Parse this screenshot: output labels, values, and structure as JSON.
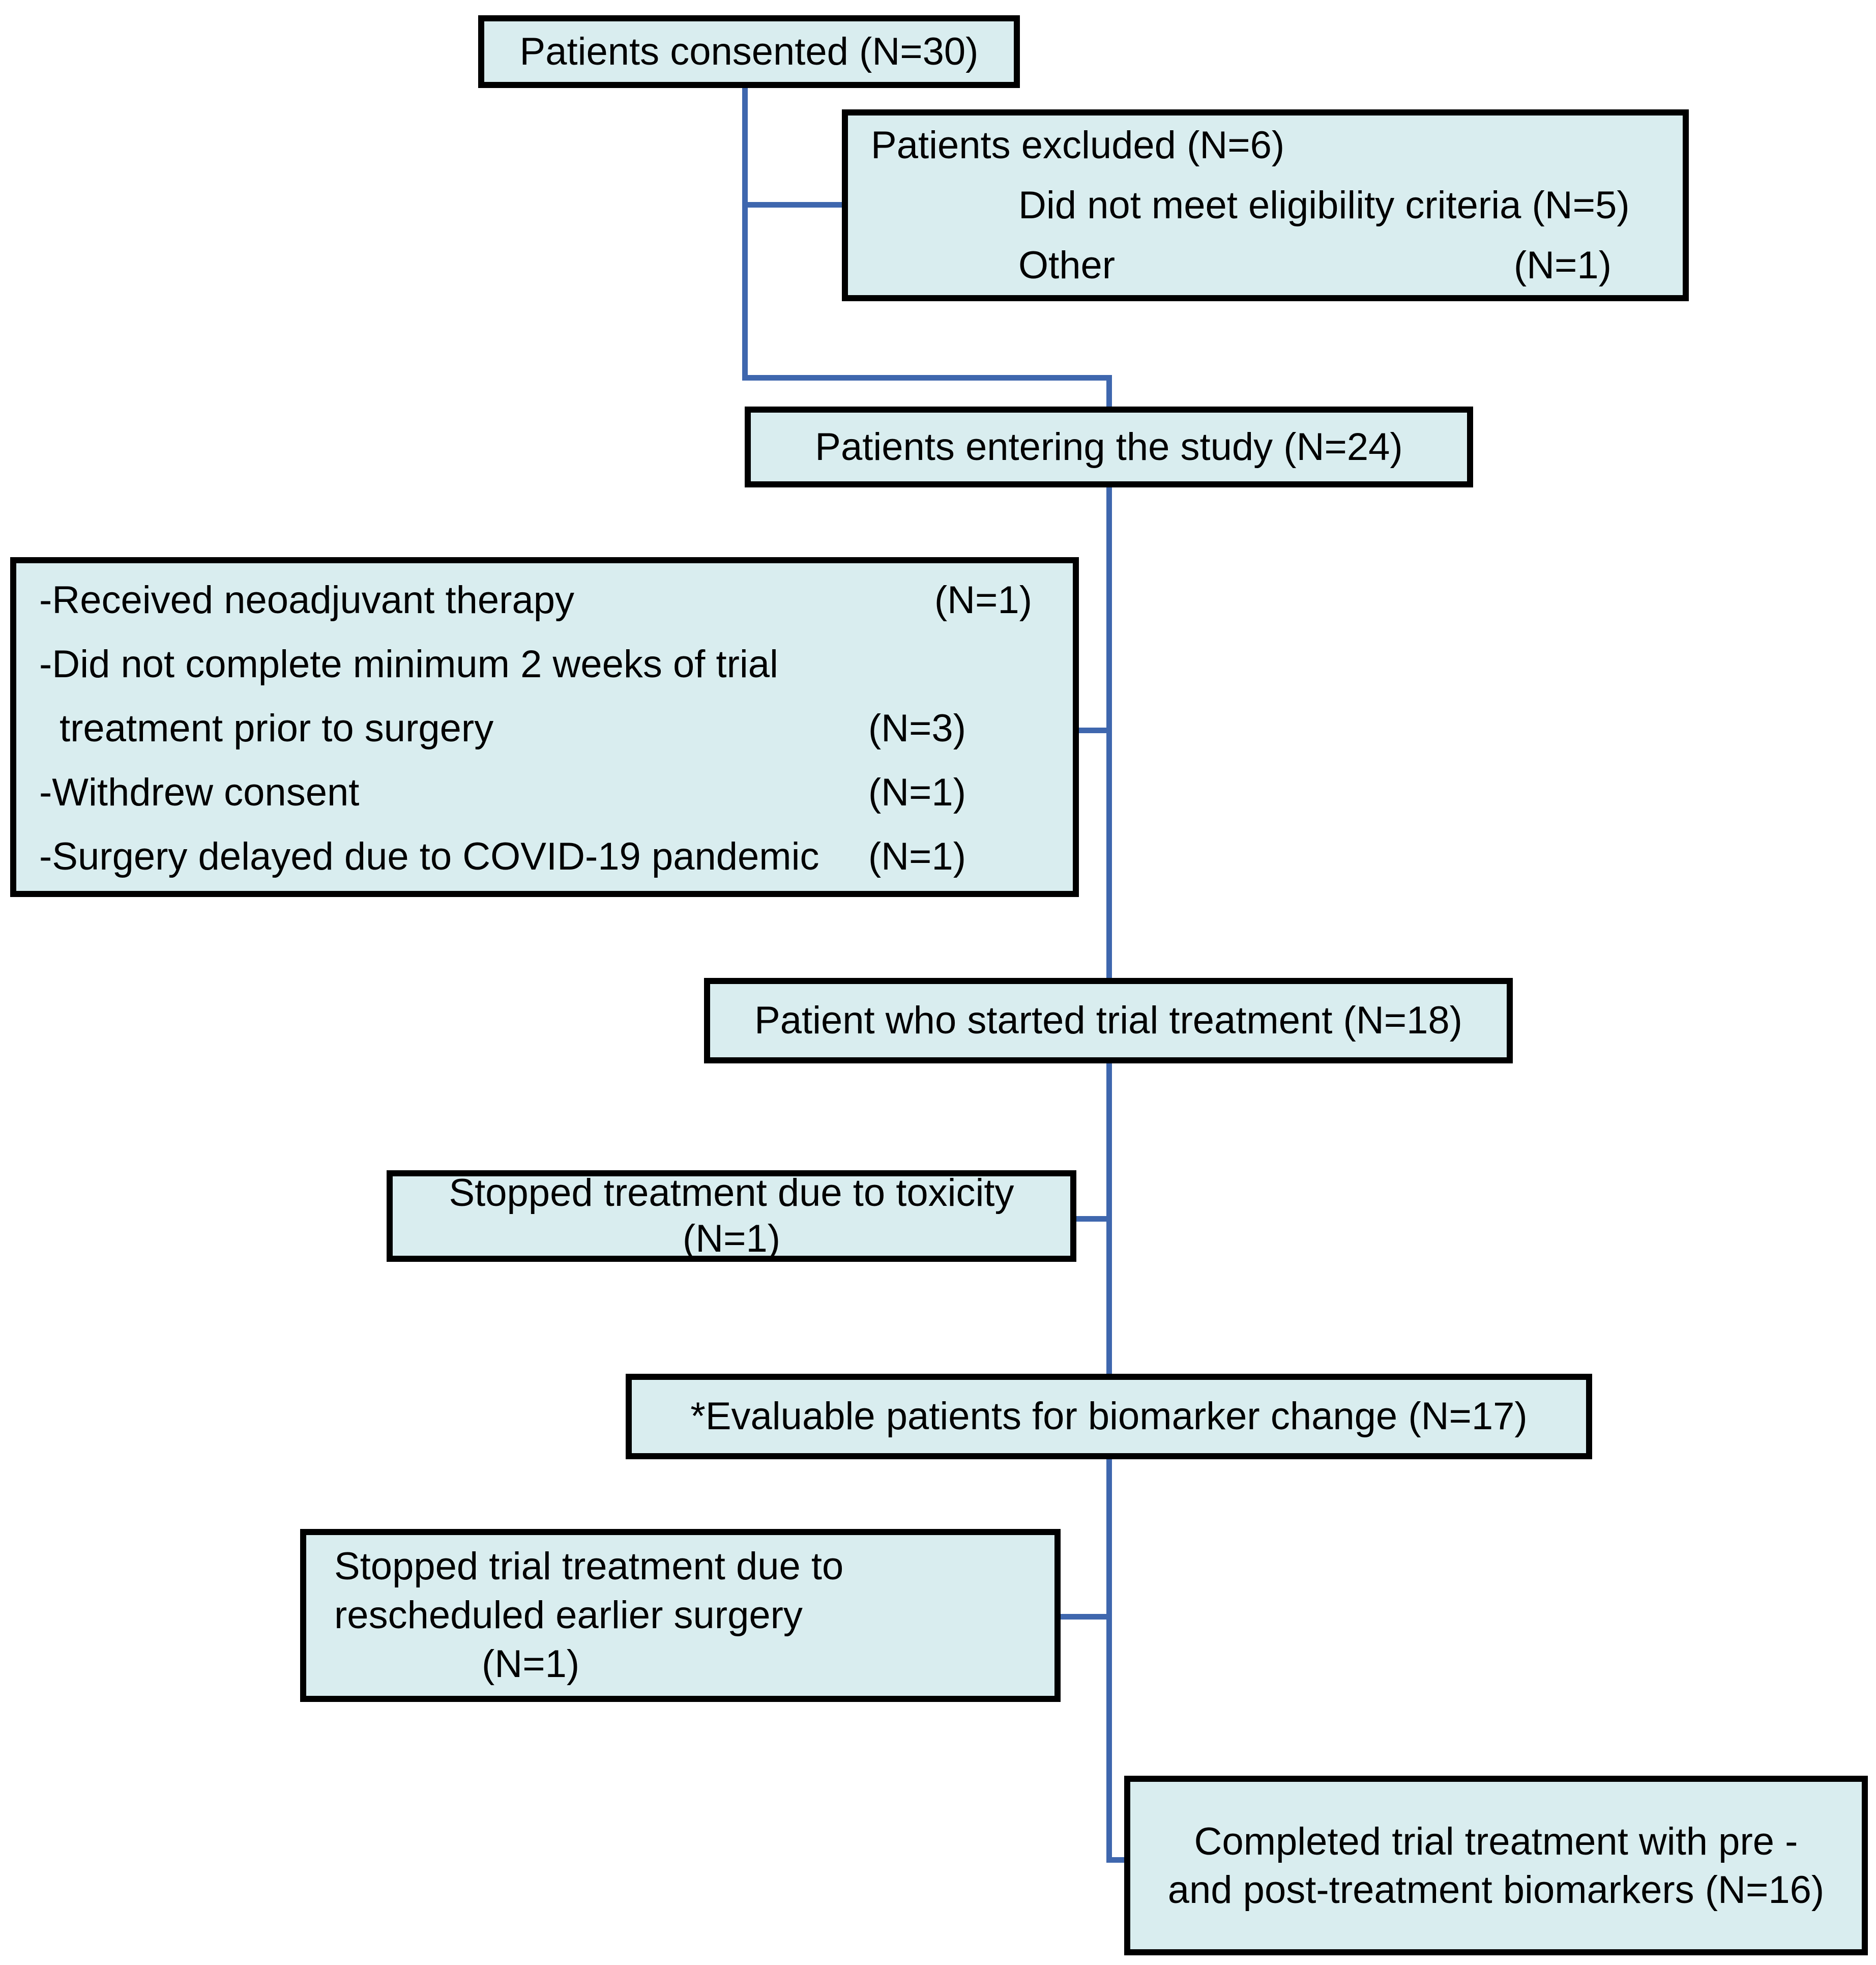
{
  "figure": {
    "type": "patient-flow-diagram",
    "boxes": {
      "consented": {
        "text": "Patients consented (N=30)"
      },
      "excluded": {
        "line1": "Patients excluded (N=6)",
        "line2": "Did not meet eligibility criteria (N=5)",
        "line3_label": "Other",
        "line3_value": "(N=1)"
      },
      "entering": {
        "text": "Patients entering the study (N=24)"
      },
      "reasons": {
        "rows": [
          {
            "label": "-Received neoadjuvant therapy",
            "value": "(N=1)"
          },
          {
            "label": "-Did not complete minimum 2 weeks of trial",
            "value": ""
          },
          {
            "label": "treatment prior to surgery",
            "value": "(N=3)"
          },
          {
            "label": "-Withdrew consent",
            "value": "(N=1)"
          },
          {
            "label": "-Surgery delayed due to COVID-19 pandemic",
            "value": "(N=1)"
          }
        ]
      },
      "started": {
        "text": "Patient who started trial treatment (N=18)"
      },
      "toxicity": {
        "line1": "Stopped treatment due to toxicity",
        "line2": "(N=1)"
      },
      "evaluable": {
        "text": "*Evaluable patients for biomarker change (N=17)"
      },
      "stopped_surgery": {
        "line1": "Stopped trial treatment due to",
        "line2": "rescheduled earlier surgery",
        "line3": "(N=1)"
      },
      "completed": {
        "line1": "Completed trial treatment with pre -",
        "line2": "and post-treatment biomarkers (N=16)"
      }
    },
    "colors": {
      "box_fill": "#d9edef",
      "box_border": "#000000",
      "connector": "#3f67ae"
    }
  }
}
